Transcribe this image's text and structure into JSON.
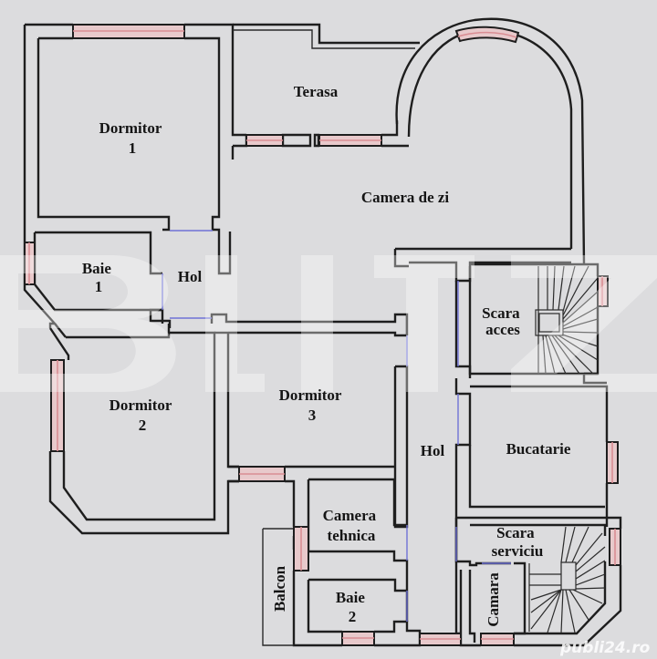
{
  "plan": {
    "title": "Floor plan",
    "rooms": [
      {
        "id": "dormitor-1",
        "lines": [
          "Dormitor",
          "1"
        ]
      },
      {
        "id": "terasa",
        "lines": [
          "Terasa"
        ]
      },
      {
        "id": "camera-de-zi",
        "lines": [
          "Camera de zi"
        ]
      },
      {
        "id": "baie-1",
        "lines": [
          "Baie",
          "1"
        ]
      },
      {
        "id": "hol-1",
        "lines": [
          "Hol"
        ]
      },
      {
        "id": "scara-acces",
        "lines": [
          "Scara",
          "acces"
        ]
      },
      {
        "id": "dormitor-2",
        "lines": [
          "Dormitor",
          "2"
        ]
      },
      {
        "id": "dormitor-3",
        "lines": [
          "Dormitor",
          "3"
        ]
      },
      {
        "id": "hol-2",
        "lines": [
          "Hol"
        ]
      },
      {
        "id": "bucatarie",
        "lines": [
          "Bucatarie"
        ]
      },
      {
        "id": "camera-tehnica",
        "lines": [
          "Camera",
          "tehnica"
        ]
      },
      {
        "id": "scara-serviciu",
        "lines": [
          "Scara",
          "serviciu"
        ]
      },
      {
        "id": "balcon",
        "lines": [
          "Balcon"
        ]
      },
      {
        "id": "baie-2",
        "lines": [
          "Baie",
          "2"
        ]
      },
      {
        "id": "camara",
        "lines": [
          "Camara"
        ]
      }
    ],
    "legend_colors": {
      "wall": "#1e1e1e",
      "window": "#d98d93",
      "door_opening": "#6f72d6",
      "background": "#dcdcde"
    }
  },
  "watermark": {
    "letters": "BLITZ",
    "site": "publi24.ro"
  }
}
